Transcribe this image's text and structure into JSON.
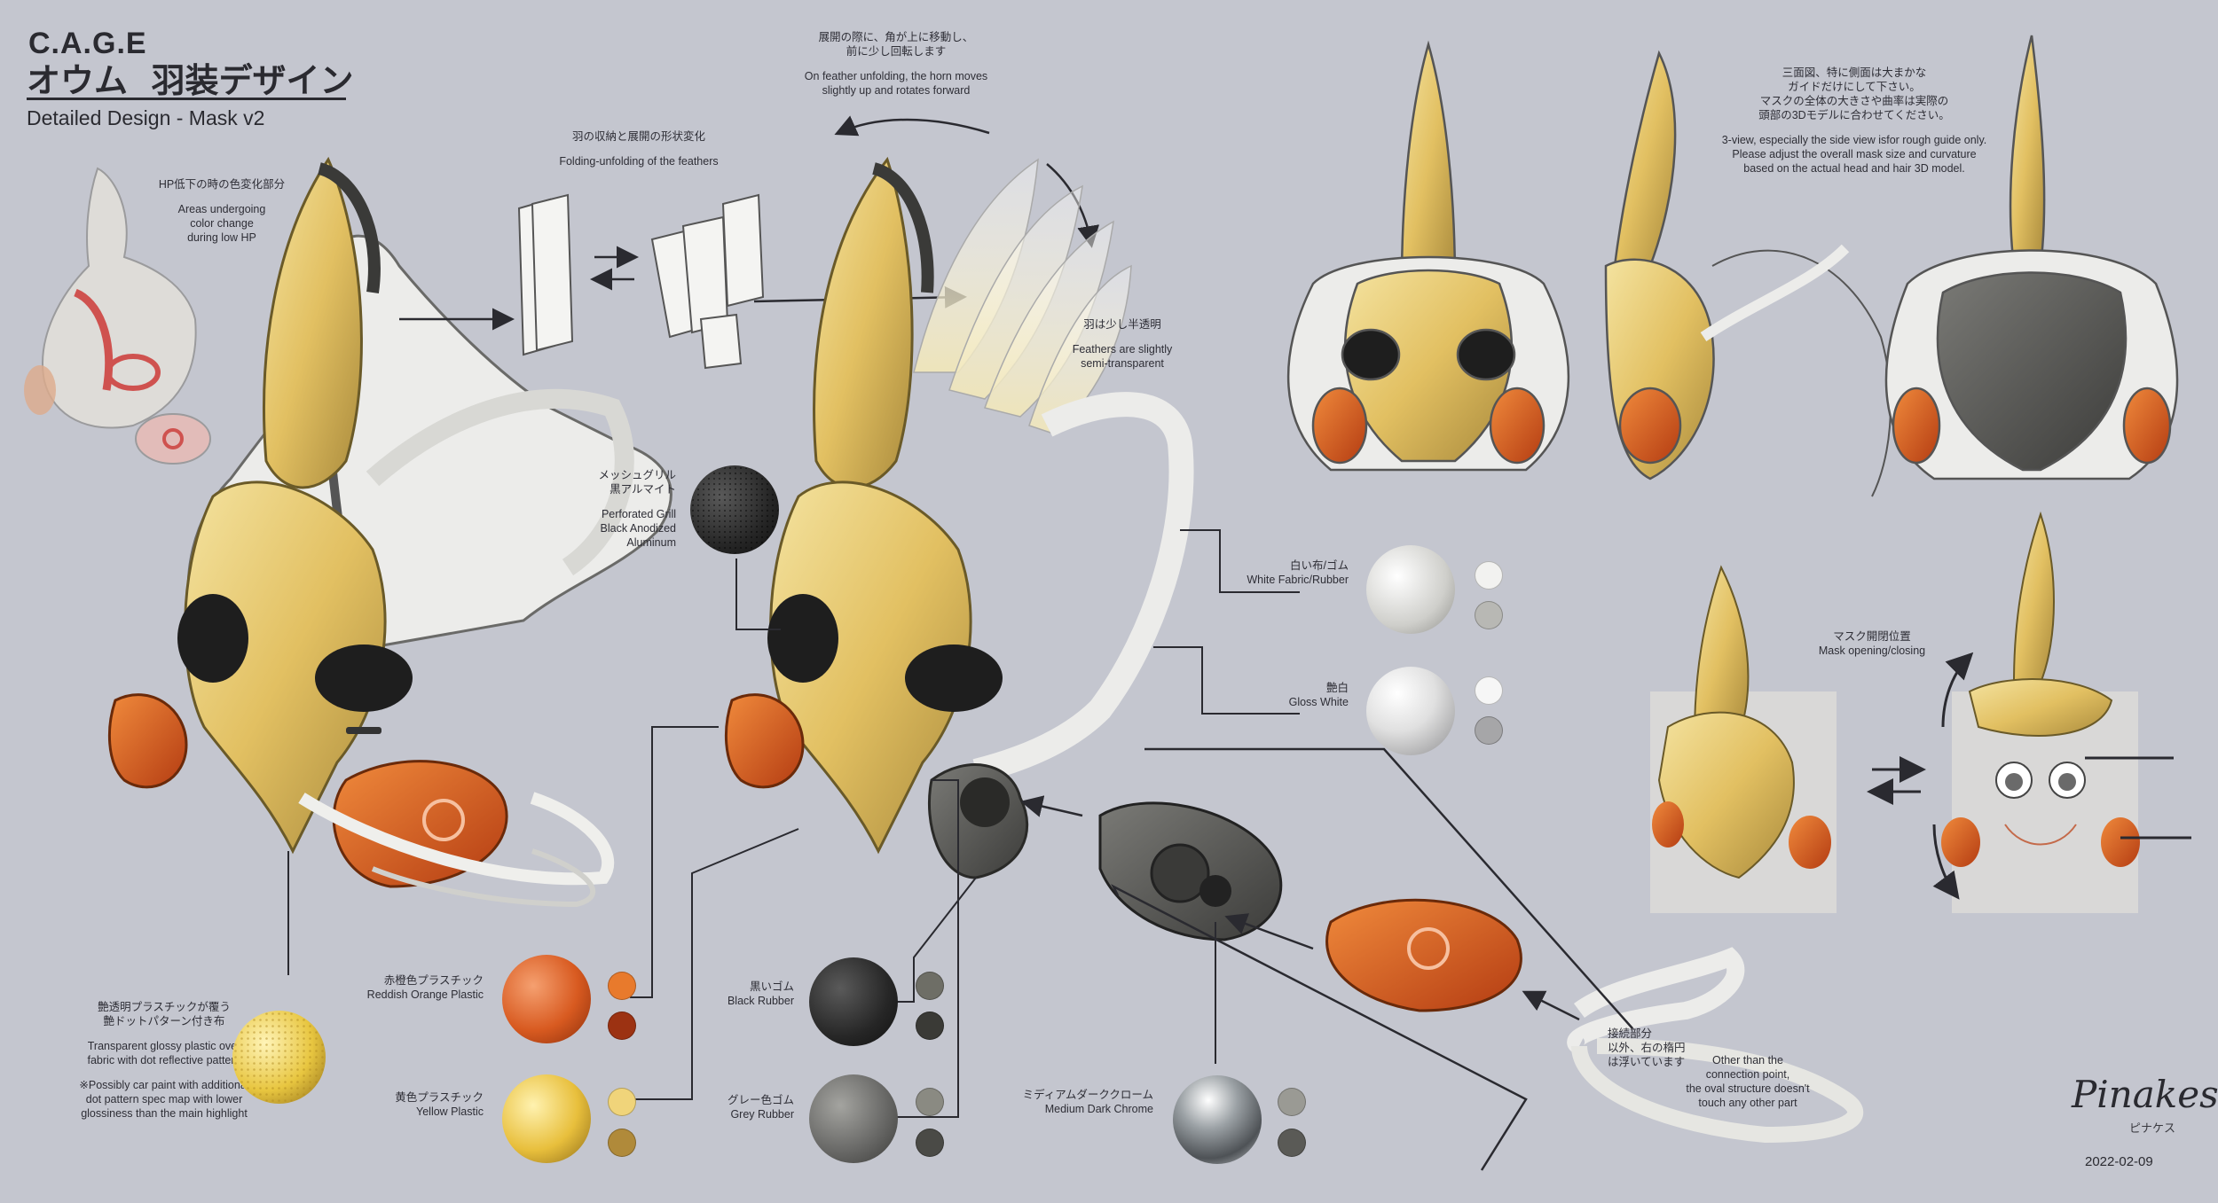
{
  "header": {
    "brand": "C.A.G.E",
    "title_jp": "オウム  羽装デザイン",
    "subtitle": "Detailed Design - Mask v2"
  },
  "notes": {
    "hp_jp": "HP低下の時の色変化部分",
    "hp_en": [
      "Areas undergoing",
      "color change",
      "during low HP"
    ],
    "fold_jp": "羽の収納と展開の形状変化",
    "fold_en": "Folding-unfolding of the feathers",
    "unfold_jp": [
      "展開の際に、角が上に移動し、",
      "前に少し回転します"
    ],
    "unfold_en": [
      "On feather unfolding, the horn moves",
      "slightly up and rotates forward"
    ],
    "feathers_jp": "羽は少し半透明",
    "feathers_en": [
      "Feathers are slightly",
      "semi-transparent"
    ],
    "views_jp": [
      "三面図、特に側面は大まかな",
      "ガイドだけにして下さい。",
      "マスクの全体の大きさや曲率は実際の",
      "頭部の3Dモデルに合わせてください。"
    ],
    "views_en": [
      "3-view, especially the side view isfor rough guide only.",
      "Please adjust the overall mask size and curvature",
      "based on the actual head and hair 3D model."
    ],
    "mask_jp": "マスク開閉位置",
    "mask_en": "Mask opening/closing",
    "fabric_jp": [
      "艶透明プラスチックが覆う",
      "艶ドットパターン付き布"
    ],
    "fabric_en": [
      "Transparent glossy plastic over",
      "fabric with dot reflective pattern"
    ],
    "fabric_note": [
      "※Possibly car paint with additional",
      "dot pattern spec map with lower",
      "glossiness than the main highlight"
    ],
    "connect_jp": [
      "接続部分",
      "以外、右の楕円",
      "は浮いています"
    ],
    "connect_en": [
      "Other than the",
      "connection point,",
      "the oval structure doesn't",
      "touch any other part"
    ]
  },
  "materials": {
    "grill": {
      "jp": [
        "メッシュグリル",
        "黒アルマイト"
      ],
      "en": [
        "Perforated Grill",
        "Black Anodized",
        "Aluminum"
      ],
      "color": "#2c2c2e"
    },
    "white_fabric": {
      "jp": "白い布/ゴム",
      "en": "White Fabric/Rubber",
      "color": "#d8d8d4",
      "chips": [
        "#f2f2f0",
        "#b8b8b4"
      ]
    },
    "gloss_white": {
      "jp": "艶白",
      "en": "Gloss White",
      "color": "#e6e6e6",
      "chips": [
        "#f6f6f6",
        "#a6a6a8"
      ]
    },
    "orange": {
      "jp": "赤橙色プラスチック",
      "en": "Reddish Orange Plastic",
      "color": "#d85a20",
      "chips": [
        "#e87a2c",
        "#9c3212"
      ]
    },
    "yellow": {
      "jp": "黄色プラスチック",
      "en": "Yellow Plastic",
      "color": "#e8bf3c",
      "chips": [
        "#f0d47a",
        "#b08a3a"
      ]
    },
    "black_rubber": {
      "jp": "黒いゴム",
      "en": "Black Rubber",
      "color": "#2a2a2a",
      "chips": [
        "#6e6e66",
        "#3a3a36"
      ]
    },
    "grey_rubber": {
      "jp": "グレー色ゴム",
      "en": "Grey Rubber",
      "color": "#6a6a68",
      "chips": [
        "#8a8a82",
        "#4a4a46"
      ]
    },
    "chrome": {
      "jp": "ミディアムダーククローム",
      "en": "Medium Dark Chrome",
      "color": "#9a9ea2",
      "chips": [
        "#9a9a94",
        "#5a5a56"
      ]
    },
    "fabric_sphere_color": "#e8c640"
  },
  "signature": {
    "name": "Pinakes",
    "kana": "ピナケス",
    "date": "2022-02-09"
  }
}
